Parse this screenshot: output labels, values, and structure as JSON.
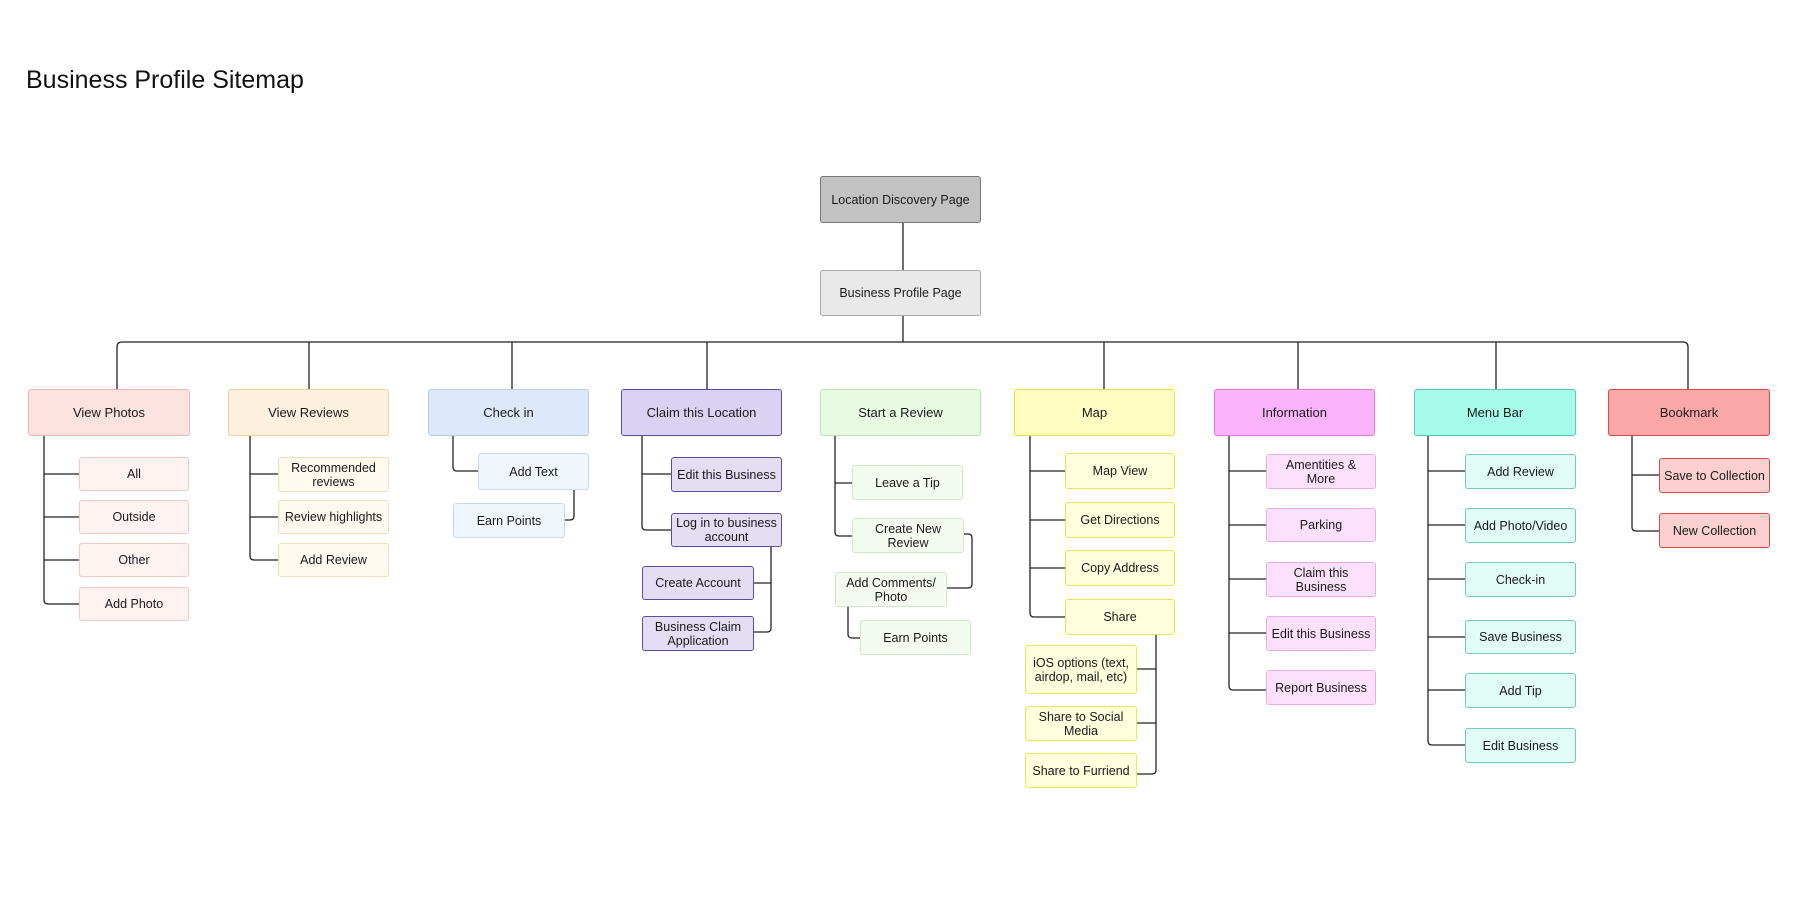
{
  "title": "Business Profile Sitemap",
  "colors": {
    "line": "#222222",
    "root": {
      "fill": "#c2c2c2",
      "border": "#777777"
    },
    "profile": {
      "fill": "#e9e9e9",
      "border": "#a9a9a9"
    },
    "palettes": {
      "photos": {
        "head": "#fde3e0",
        "headBorder": "#f0b8b2",
        "child": "#fff3f2",
        "childBorder": "#f3c8c3"
      },
      "reviews": {
        "head": "#fdf0de",
        "headBorder": "#f0cf9f",
        "child": "#fff9f0",
        "childBorder": "#f1dcbc"
      },
      "checkin": {
        "head": "#dde9fb",
        "headBorder": "#b4cdee",
        "child": "#f1f6fd",
        "childBorder": "#c6d8ef"
      },
      "claim": {
        "head": "#d9d2f3",
        "headBorder": "#5e4c9e",
        "child": "#e3def3",
        "childBorder": "#5e4c9e"
      },
      "review": {
        "head": "#e8fbe2",
        "headBorder": "#b9e6ac",
        "child": "#f3faf0",
        "childBorder": "#cfe8c7"
      },
      "map": {
        "head": "#fffcc2",
        "headBorder": "#eede3e",
        "child": "#fffedd",
        "childBorder": "#eee455"
      },
      "info": {
        "head": "#fbb3fb",
        "headBorder": "#e27ae2",
        "child": "#fde1fc",
        "childBorder": "#ebaaea"
      },
      "menu": {
        "head": "#a7fbe9",
        "headBorder": "#56cbb3",
        "child": "#e1fbf5",
        "childBorder": "#71ccb8"
      },
      "bookmark": {
        "head": "#fca7a7",
        "headBorder": "#d94a4a",
        "child": "#fcd0d0",
        "childBorder": "#d94a4a"
      }
    }
  },
  "nodes": {
    "root": "Location Discovery Page",
    "profile": "Business Profile Page",
    "photos": "View Photos",
    "photos_all": "All",
    "photos_outside": "Outside",
    "photos_other": "Other",
    "photos_add": "Add Photo",
    "reviews": "View Reviews",
    "reviews_rec": "Recommended reviews",
    "reviews_high": "Review highlights",
    "reviews_add": "Add Review",
    "checkin": "Check in",
    "checkin_text": "Add Text",
    "checkin_points": "Earn Points",
    "claim": "Claim this Location",
    "claim_edit": "Edit this Business",
    "claim_login": "Log in to business account",
    "claim_create": "Create Account",
    "claim_app": "Business Claim Application",
    "review": "Start a Review",
    "review_tip": "Leave a Tip",
    "review_new": "Create New Review",
    "review_comments": "Add Comments/ Photo",
    "review_points": "Earn Points",
    "map": "Map",
    "map_view": "Map View",
    "map_dir": "Get Directions",
    "map_copy": "Copy Address",
    "map_share": "Share",
    "map_ios": "iOS options (text, airdop, mail, etc)",
    "map_social": "Share to Social Media",
    "map_furr": "Share to Furriend",
    "info": "Information",
    "info_amen": "Amentities & More",
    "info_parking": "Parking",
    "info_claim": "Claim this Business",
    "info_edit": "Edit this Business",
    "info_report": "Report Business",
    "menu": "Menu Bar",
    "menu_review": "Add Review",
    "menu_photo": "Add Photo/Video",
    "menu_checkin": "Check-in",
    "menu_save": "Save Business",
    "menu_tip": "Add Tip",
    "menu_edit": "Edit Business",
    "bookmark": "Bookmark",
    "bm_save": "Save to Collection",
    "bm_new": "New Collection"
  }
}
